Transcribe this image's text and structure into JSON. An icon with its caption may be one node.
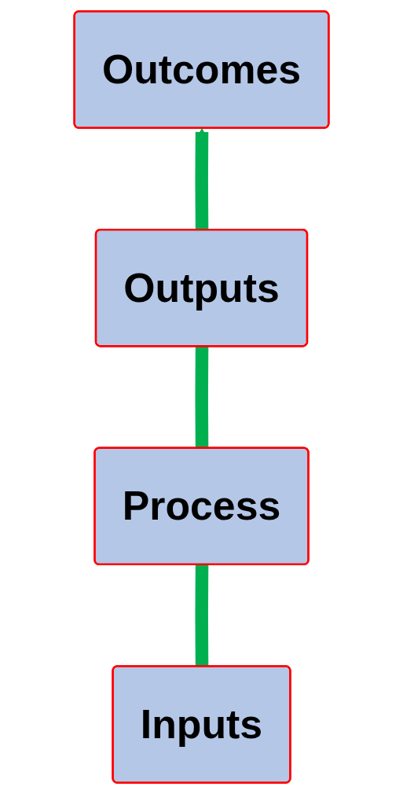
{
  "diagram": {
    "nodes": [
      {
        "text": [
          "Outcomes"
        ]
      },
      {
        "text": [
          "Outputs"
        ]
      },
      {
        "text": [
          "Process"
        ]
      },
      {
        "text": [
          "Inputs"
        ]
      }
    ],
    "edges": [
      {
        "from": 3,
        "to": 2,
        "arrow": "none"
      },
      {
        "from": 2,
        "to": 1,
        "arrow": "none"
      },
      {
        "from": 1,
        "to": 0,
        "arrow": "to"
      }
    ]
  }
}
